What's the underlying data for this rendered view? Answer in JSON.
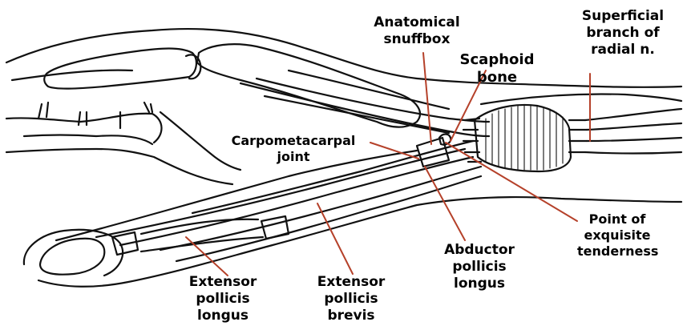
{
  "figure": {
    "leader_color": "#b5412a",
    "ink_color": "#111111"
  },
  "labels": {
    "anatomical_snuffbox": [
      "Anatomical",
      "snuffbox"
    ],
    "superficial_branch": [
      "Superficial",
      "branch of",
      "radial n."
    ],
    "scaphoid_bone": [
      "Scaphoid",
      "bone"
    ],
    "carpometacarpal_joint": [
      "Carpometacarpal",
      "joint"
    ],
    "point_of_tenderness": [
      "Point of",
      "exquisite",
      "tenderness"
    ],
    "abductor_pollicis_longus": [
      "Abductor",
      "pollicis",
      "longus"
    ],
    "extensor_pollicis_longus": [
      "Extensor",
      "pollicis",
      "longus"
    ],
    "extensor_pollicis_brevis": [
      "Extensor",
      "pollicis",
      "brevis"
    ]
  }
}
